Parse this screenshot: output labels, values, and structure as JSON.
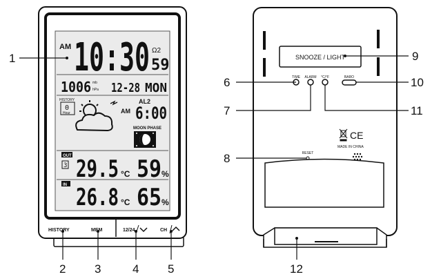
{
  "front": {
    "time": {
      "ampm": "AM",
      "main": "10:30",
      "alarm_sym": "Ω2",
      "seconds": "59"
    },
    "row2": {
      "pressure": "1006",
      "pressure_unit_top": "mb",
      "pressure_unit_bottom": "hPa",
      "date": "12-28",
      "weekday": "MON"
    },
    "history": {
      "label": "HISTORY",
      "value": "0",
      "unit": "Hour"
    },
    "alarm": {
      "ampm": "AM",
      "label": "AL2",
      "time": "6:00"
    },
    "moon": {
      "label": "MOON PHASE"
    },
    "out": {
      "label": "OUT",
      "channel": "3",
      "temp": "29.5",
      "temp_unit": "°C",
      "humidity": "59",
      "hum_unit": "%"
    },
    "in": {
      "label": "IN",
      "temp": "26.8",
      "temp_unit": "°C",
      "humidity": "65",
      "hum_unit": "%"
    },
    "buttons": {
      "history": "HISTORY",
      "mem": "MEM",
      "b1224": "12/24",
      "ch": "CH"
    }
  },
  "back": {
    "snooze": "SNOOZE / LIGHT",
    "time_btn": "TIME",
    "alarm_btn": "ALARM",
    "cf_btn": "°C/°F",
    "baro_btn": "BARO",
    "reset": "RESET",
    "ce": "CE",
    "made_in": "MADE IN CHINA"
  },
  "callouts": [
    "1",
    "2",
    "3",
    "4",
    "5",
    "6",
    "7",
    "8",
    "9",
    "10",
    "11",
    "12"
  ],
  "colors": {
    "stroke": "#111111",
    "lcd": "#ebebeb",
    "body": "#ffffff"
  }
}
